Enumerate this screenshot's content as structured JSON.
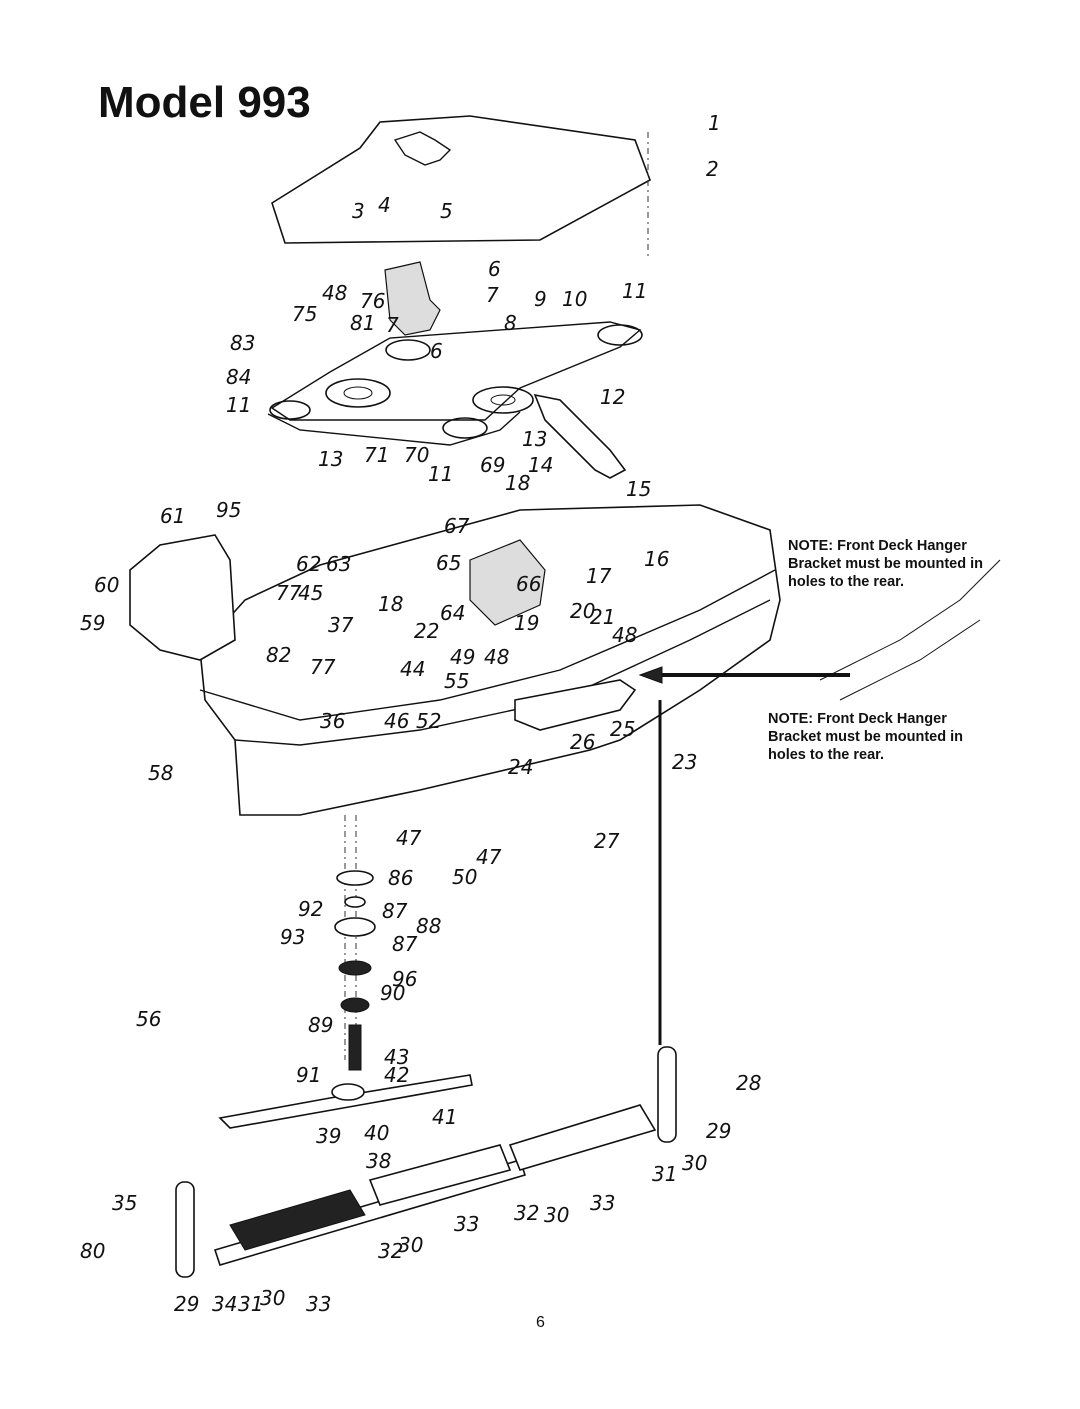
{
  "title": "Model 993",
  "page_number": "6",
  "notes": [
    {
      "lines": [
        "NOTE: Front Deck Hanger",
        "Bracket must be mounted in",
        "holes to the rear."
      ]
    },
    {
      "lines": [
        "NOTE: Front Deck Hanger",
        "Bracket must be mounted in",
        "holes to the rear."
      ]
    }
  ],
  "callouts": [
    "1",
    "2",
    "3",
    "4",
    "5",
    "6",
    "7",
    "48",
    "76",
    "9",
    "10",
    "11",
    "75",
    "81",
    "7",
    "6",
    "8",
    "83",
    "84",
    "11",
    "12",
    "13",
    "71",
    "70",
    "11",
    "13",
    "69",
    "18",
    "14",
    "15",
    "61",
    "95",
    "67",
    "16",
    "62",
    "63",
    "65",
    "17",
    "60",
    "77",
    "45",
    "18",
    "66",
    "37",
    "64",
    "20",
    "21",
    "59",
    "22",
    "19",
    "48",
    "82",
    "77",
    "44",
    "49",
    "48",
    "55",
    "36",
    "46",
    "52",
    "25",
    "26",
    "24",
    "23",
    "58",
    "27",
    "47",
    "47",
    "50",
    "86",
    "92",
    "87",
    "88",
    "93",
    "87",
    "96",
    "90",
    "56",
    "89",
    "43",
    "91",
    "42",
    "41",
    "40",
    "39",
    "38",
    "28",
    "29",
    "31",
    "30",
    "35",
    "30",
    "33",
    "32",
    "33",
    "80",
    "32",
    "30",
    "29",
    "34",
    "31",
    "30",
    "33"
  ]
}
